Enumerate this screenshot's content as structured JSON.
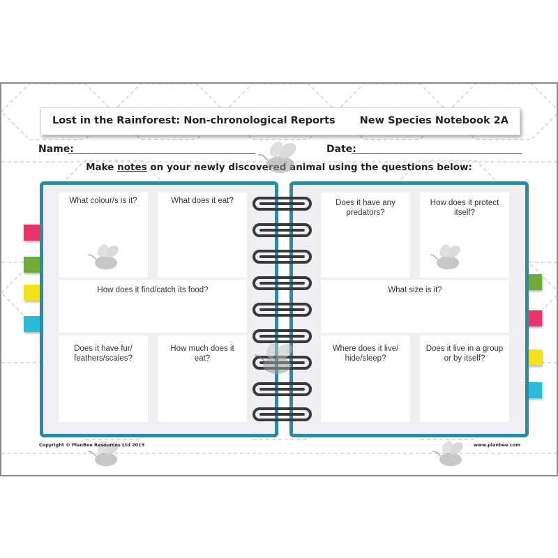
{
  "header": {
    "title": "Lost in the Rainforest: Non-chronological Reports",
    "code": "New Species Notebook 2A"
  },
  "fields": {
    "name_label": "Name:",
    "date_label": "Date:"
  },
  "instruction": {
    "before": "Make ",
    "emphasis": "notes",
    "after": " on your newly discovered animal using the questions below:"
  },
  "left_page": {
    "questions": [
      "What colour/s is it?",
      "What does it eat?",
      "How does it find/catch its food?",
      "Does it have fur/ feathers/scales?",
      "How much does it eat?"
    ]
  },
  "right_page": {
    "questions": [
      "Does it have any predators?",
      "How does it protect itself?",
      "What size is it?",
      "Where does it live/ hide/sleep?",
      "Does it live in a group or by itself?"
    ]
  },
  "tabs": {
    "left_colors": [
      "#e8336b",
      "#6fad3a",
      "#f3e21a",
      "#2bbbd8"
    ],
    "right_colors": [
      "#6fad3a",
      "#e8336b",
      "#f3e21a",
      "#2bbbd8"
    ]
  },
  "colors": {
    "page_border": "#2b8aa4",
    "spiral_ring": "#3a3a3a"
  },
  "footer": {
    "copyright": "Copyright © PlanBee Resources Ltd 2019",
    "website": "www.planbee.com"
  }
}
